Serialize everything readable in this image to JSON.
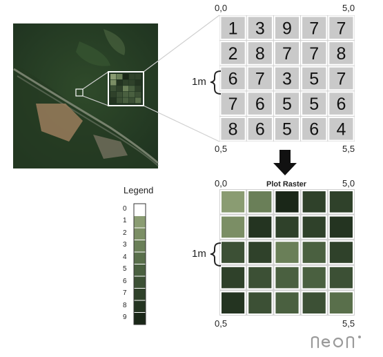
{
  "top_grid": {
    "corner_top_left": "0,0",
    "corner_top_right": "5,0",
    "corner_bottom_left": "0,5",
    "corner_bottom_right": "5,5",
    "cell_size_label": "1m",
    "values": [
      [
        1,
        3,
        9,
        7,
        7
      ],
      [
        2,
        8,
        7,
        7,
        8
      ],
      [
        6,
        7,
        3,
        5,
        7
      ],
      [
        7,
        6,
        5,
        5,
        6
      ],
      [
        8,
        6,
        5,
        6,
        4
      ]
    ]
  },
  "plot_raster": {
    "title": "Plot Raster",
    "corner_top_left": "0,0",
    "corner_top_right": "5,0",
    "corner_bottom_left": "0,5",
    "corner_bottom_right": "5,5",
    "cell_size_label": "1m"
  },
  "legend": {
    "title": "Legend",
    "entries": [
      {
        "label": "0",
        "color": "#ffffff"
      },
      {
        "label": "1",
        "color": "#8a9c72"
      },
      {
        "label": "2",
        "color": "#7b8e65"
      },
      {
        "label": "3",
        "color": "#6a7f58"
      },
      {
        "label": "4",
        "color": "#596f4b"
      },
      {
        "label": "5",
        "color": "#4a6040"
      },
      {
        "label": "6",
        "color": "#3c5035"
      },
      {
        "label": "7",
        "color": "#2f412a"
      },
      {
        "label": "8",
        "color": "#243421"
      },
      {
        "label": "9",
        "color": "#1a2718"
      }
    ]
  },
  "colors": {
    "grid_fill": "#c9c9c9",
    "grid_line": "#ffffff",
    "frame": "#cfcfcf",
    "arrow": "#111111",
    "raster_palette": [
      "#8a9c72",
      "#596f4b",
      "#1f3120",
      "#2d4330",
      "#2a3d28"
    ]
  },
  "logo": {
    "text": "neon",
    "icon": "neon-logo-icon"
  }
}
